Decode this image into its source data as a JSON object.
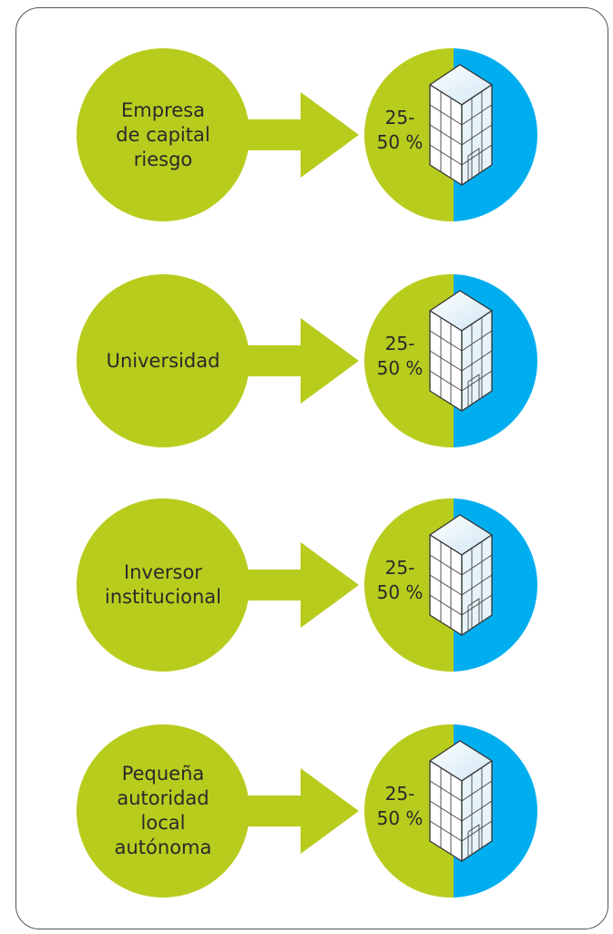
{
  "colors": {
    "green": "#b8cc1e",
    "blue": "#00aeef",
    "frame_border": "#555555",
    "text": "#2a2a2a"
  },
  "rows": [
    {
      "source": "Empresa\nde capital\nriesgo",
      "pct_top": "25-",
      "pct_bottom": "50 %"
    },
    {
      "source": "Universidad",
      "pct_top": "25-",
      "pct_bottom": "50 %"
    },
    {
      "source": "Inversor\ninstitucional",
      "pct_top": "25-",
      "pct_bottom": "50 %"
    },
    {
      "source": "Pequeña\nautoridad\nlocal\nautónoma",
      "pct_top": "25-",
      "pct_bottom": "50 %"
    }
  ],
  "icons": {
    "arrow": "right-arrow-icon",
    "building": "building-icon"
  }
}
